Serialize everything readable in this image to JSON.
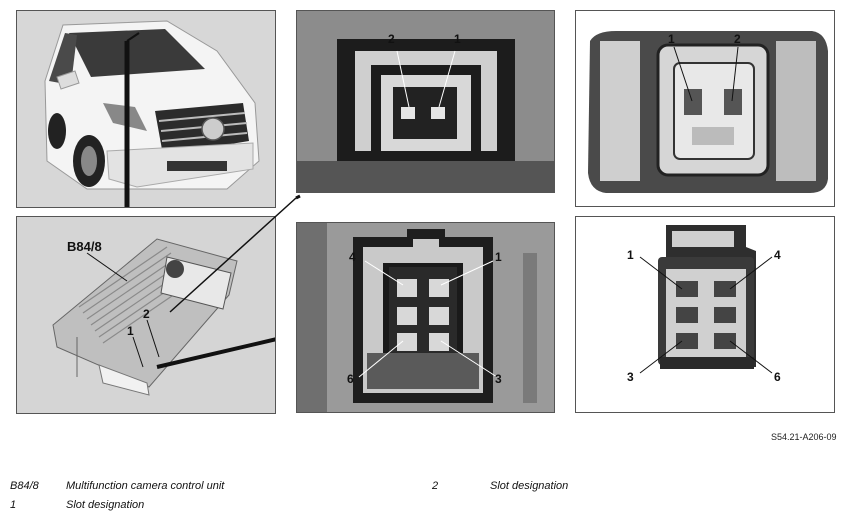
{
  "diagram": {
    "figure_code": "S54.21-A206-09",
    "labels": {
      "component_tag": "B84/8",
      "detail_1": "1",
      "detail_2": "2"
    },
    "top_middle_labels": [
      "2",
      "1"
    ],
    "top_right_labels": [
      "1",
      "2"
    ],
    "bottom_middle_labels": [
      "4",
      "1",
      "6",
      "3"
    ],
    "bottom_right_labels": [
      "1",
      "4",
      "3",
      "6"
    ]
  },
  "legend": [
    {
      "code": "B84/8",
      "text": "Multifunction camera control unit"
    },
    {
      "code": "1",
      "text": "Slot designation"
    },
    {
      "code": "2",
      "text": "Slot designation"
    }
  ],
  "colors": {
    "panel_bg": "#d9d9d9",
    "outline": "#555555",
    "dark": "#1a1a1a"
  }
}
